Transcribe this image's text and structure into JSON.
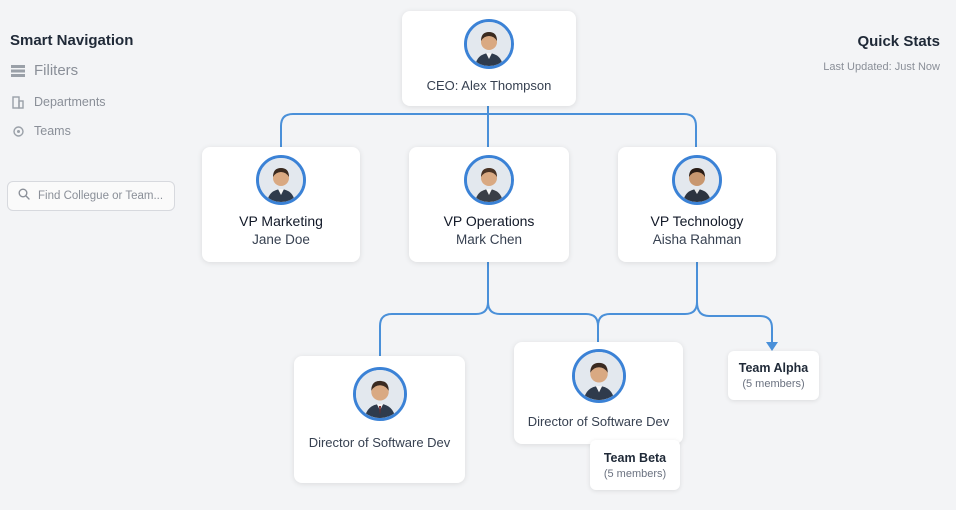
{
  "sidebar": {
    "title": "Smart Navigation",
    "items": [
      {
        "label": "Filiters",
        "icon": "filter-icon"
      },
      {
        "label": "Departments",
        "icon": "building-icon"
      },
      {
        "label": "Teams",
        "icon": "team-icon"
      }
    ],
    "search": {
      "placeholder": "Find Collegue or Team..."
    }
  },
  "stats": {
    "title": "Quick Stats",
    "updated": "Last Updated: Just Now"
  },
  "org": {
    "ceo": {
      "title": "CEO: Alex Thompson"
    },
    "vps": [
      {
        "role": "VP Marketing",
        "name": "Jane Doe"
      },
      {
        "role": "VP Operations",
        "name": "Mark Chen"
      },
      {
        "role": "VP Technology",
        "name": "Aisha Rahman"
      }
    ],
    "directors": [
      {
        "title": "Director of Software Dev"
      },
      {
        "title": "Director of Software Dev"
      }
    ],
    "teams": [
      {
        "name": "Team Alpha",
        "members": "(5 members)"
      },
      {
        "name": "Team Beta",
        "members": "(5 members)"
      }
    ]
  },
  "colors": {
    "accent": "#3b82d6",
    "background": "#f3f4f6",
    "card": "#ffffff"
  }
}
